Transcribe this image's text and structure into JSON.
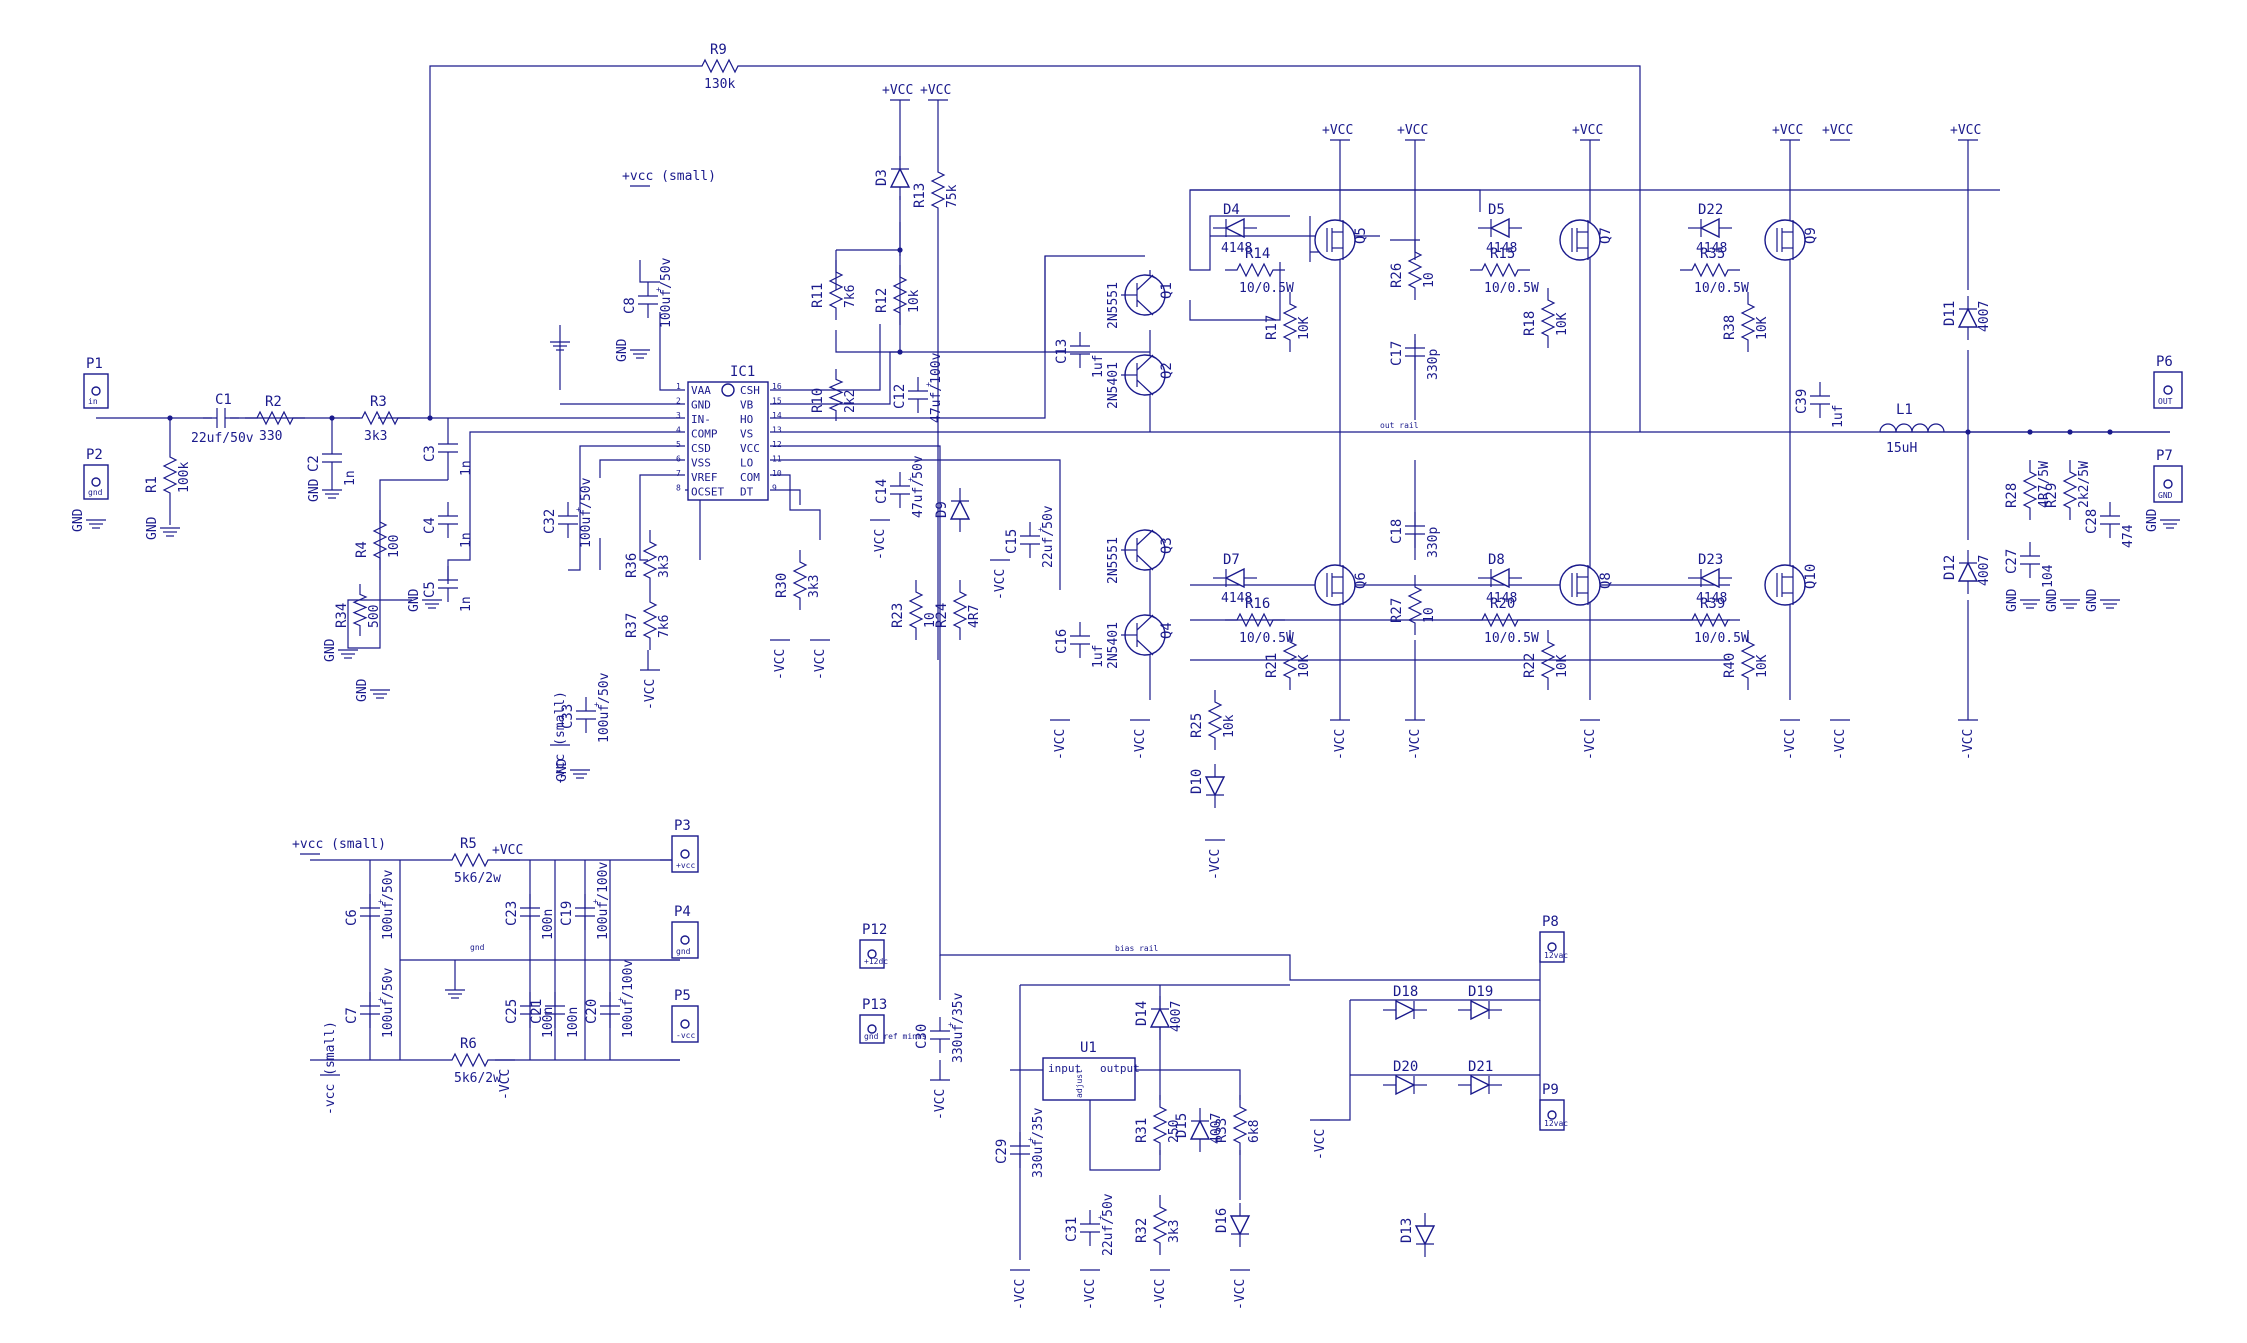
{
  "diagram": {
    "type": "circuit schematic",
    "colors": {
      "ink": "#1a1a8c",
      "background": "#ffffff"
    },
    "rails": {
      "vcc": "+VCC",
      "nvcc": "-VCC",
      "vcc_small": "+vcc (small)",
      "nvcc_small": "-vcc (small)",
      "gnd": "GND",
      "out_rail": "out rail",
      "bias_rail": "bias rail"
    },
    "connectors": [
      {
        "ref": "P1",
        "label": "in"
      },
      {
        "ref": "P2",
        "label": "gnd"
      },
      {
        "ref": "P3",
        "label": "+vcc"
      },
      {
        "ref": "P4",
        "label": "gnd"
      },
      {
        "ref": "P5",
        "label": "-vcc"
      },
      {
        "ref": "P6",
        "label": "OUT"
      },
      {
        "ref": "P7",
        "label": "GND"
      },
      {
        "ref": "P8",
        "label": "12vac"
      },
      {
        "ref": "P9",
        "label": "12vac"
      },
      {
        "ref": "P12",
        "label": "+12dc"
      },
      {
        "ref": "P13",
        "label": "gnd ref minus"
      }
    ],
    "resistors": [
      {
        "ref": "R1",
        "value": "100k"
      },
      {
        "ref": "R2",
        "value": "330"
      },
      {
        "ref": "R3",
        "value": "3k3"
      },
      {
        "ref": "R4",
        "value": "100"
      },
      {
        "ref": "R5",
        "value": "5k6/2w"
      },
      {
        "ref": "R6",
        "value": "5k6/2w"
      },
      {
        "ref": "R9",
        "value": "130k"
      },
      {
        "ref": "R10",
        "value": "2k2"
      },
      {
        "ref": "R11",
        "value": "7k6"
      },
      {
        "ref": "R12",
        "value": "10k"
      },
      {
        "ref": "R13",
        "value": "75k"
      },
      {
        "ref": "R14",
        "value": "10/0.5W"
      },
      {
        "ref": "R15",
        "value": "10/0.5W"
      },
      {
        "ref": "R16",
        "value": "10/0.5W"
      },
      {
        "ref": "R17",
        "value": "10K"
      },
      {
        "ref": "R18",
        "value": "10K"
      },
      {
        "ref": "R20",
        "value": "10/0.5W"
      },
      {
        "ref": "R21",
        "value": "10K"
      },
      {
        "ref": "R22",
        "value": "10K"
      },
      {
        "ref": "R23",
        "value": "10"
      },
      {
        "ref": "R24",
        "value": "4R7"
      },
      {
        "ref": "R25",
        "value": "10k"
      },
      {
        "ref": "R26",
        "value": "10"
      },
      {
        "ref": "R27",
        "value": "10"
      },
      {
        "ref": "R28",
        "value": "4R7/5W"
      },
      {
        "ref": "R29",
        "value": "2k2/5W"
      },
      {
        "ref": "R30",
        "value": "3k3"
      },
      {
        "ref": "R31",
        "value": "250"
      },
      {
        "ref": "R32",
        "value": "3k3"
      },
      {
        "ref": "R33",
        "value": "6k8"
      },
      {
        "ref": "R34",
        "value": "500"
      },
      {
        "ref": "R35",
        "value": "10/0.5W"
      },
      {
        "ref": "R36",
        "value": "3k3"
      },
      {
        "ref": "R37",
        "value": "7k6"
      },
      {
        "ref": "R38",
        "value": "10K"
      },
      {
        "ref": "R39",
        "value": "10/0.5W"
      },
      {
        "ref": "R40",
        "value": "10K"
      }
    ],
    "capacitors": [
      {
        "ref": "C1",
        "value": "22uf/50v"
      },
      {
        "ref": "C2",
        "value": "1n"
      },
      {
        "ref": "C3",
        "value": "1n"
      },
      {
        "ref": "C4",
        "value": "1n"
      },
      {
        "ref": "C5",
        "value": "1n"
      },
      {
        "ref": "C6",
        "value": "100uf/50v"
      },
      {
        "ref": "C7",
        "value": "100uf/50v"
      },
      {
        "ref": "C8",
        "value": "100uf/50v"
      },
      {
        "ref": "C12",
        "value": "47uf/100v"
      },
      {
        "ref": "C13",
        "value": "1uf"
      },
      {
        "ref": "C14",
        "value": "47uf/50v"
      },
      {
        "ref": "C15",
        "value": "22uf/50v"
      },
      {
        "ref": "C16",
        "value": "1uf"
      },
      {
        "ref": "C17",
        "value": "330p"
      },
      {
        "ref": "C18",
        "value": "330p"
      },
      {
        "ref": "C19",
        "value": "100uf/100v"
      },
      {
        "ref": "C20",
        "value": "100uf/100v"
      },
      {
        "ref": "C21",
        "value": "100n"
      },
      {
        "ref": "C23",
        "value": "100n"
      },
      {
        "ref": "C25",
        "value": "100n"
      },
      {
        "ref": "C27",
        "value": "104"
      },
      {
        "ref": "C28",
        "value": "474"
      },
      {
        "ref": "C29",
        "value": "330uf/35v"
      },
      {
        "ref": "C30",
        "value": "330uf/35v"
      },
      {
        "ref": "C31",
        "value": "22uf/50v"
      },
      {
        "ref": "C32",
        "value": "100uf/50v"
      },
      {
        "ref": "C33",
        "value": "100uf/50v"
      },
      {
        "ref": "C39",
        "value": "1uf"
      }
    ],
    "semiconductors": [
      {
        "ref": "D4",
        "value": "4148"
      },
      {
        "ref": "D5",
        "value": "4148"
      },
      {
        "ref": "D7",
        "value": "4148"
      },
      {
        "ref": "D8",
        "value": "4148"
      },
      {
        "ref": "D22",
        "value": "4148"
      },
      {
        "ref": "D23",
        "value": "4148"
      },
      {
        "ref": "D11",
        "value": "4007"
      },
      {
        "ref": "D12",
        "value": "4007"
      },
      {
        "ref": "D14",
        "value": "4007"
      },
      {
        "ref": "D15",
        "value": "4007"
      },
      {
        "ref": "D3",
        "value": ""
      },
      {
        "ref": "D9",
        "value": ""
      },
      {
        "ref": "D10",
        "value": ""
      },
      {
        "ref": "D16",
        "value": ""
      },
      {
        "ref": "D13",
        "value": ""
      },
      {
        "ref": "D18",
        "value": ""
      },
      {
        "ref": "D19",
        "value": ""
      },
      {
        "ref": "D20",
        "value": ""
      },
      {
        "ref": "D21",
        "value": ""
      },
      {
        "ref": "Q1",
        "value": "2N5551"
      },
      {
        "ref": "Q2",
        "value": "2N5401"
      },
      {
        "ref": "Q3",
        "value": "2N5551"
      },
      {
        "ref": "Q4",
        "value": "2N5401"
      },
      {
        "ref": "Q5",
        "value": ""
      },
      {
        "ref": "Q6",
        "value": ""
      },
      {
        "ref": "Q7",
        "value": ""
      },
      {
        "ref": "Q8",
        "value": ""
      },
      {
        "ref": "Q9",
        "value": ""
      },
      {
        "ref": "Q10",
        "value": ""
      },
      {
        "ref": "L1",
        "value": "15uH"
      }
    ],
    "ic1": {
      "ref": "IC1",
      "pins_left": [
        {
          "n": "1",
          "name": "VAA"
        },
        {
          "n": "2",
          "name": "GND"
        },
        {
          "n": "3",
          "name": "IN-"
        },
        {
          "n": "4",
          "name": "COMP"
        },
        {
          "n": "5",
          "name": "CSD"
        },
        {
          "n": "6",
          "name": "VSS"
        },
        {
          "n": "7",
          "name": "VREF"
        },
        {
          "n": "8",
          "name": "OCSET"
        }
      ],
      "pins_right": [
        {
          "n": "16",
          "name": "CSH"
        },
        {
          "n": "15",
          "name": "VB"
        },
        {
          "n": "14",
          "name": "HO"
        },
        {
          "n": "13",
          "name": "VS"
        },
        {
          "n": "12",
          "name": "VCC"
        },
        {
          "n": "11",
          "name": "LO"
        },
        {
          "n": "10",
          "name": "COM"
        },
        {
          "n": "9",
          "name": "DT"
        }
      ]
    },
    "u1": {
      "ref": "U1",
      "in": "input",
      "adj": "adjust",
      "out": "output"
    }
  }
}
